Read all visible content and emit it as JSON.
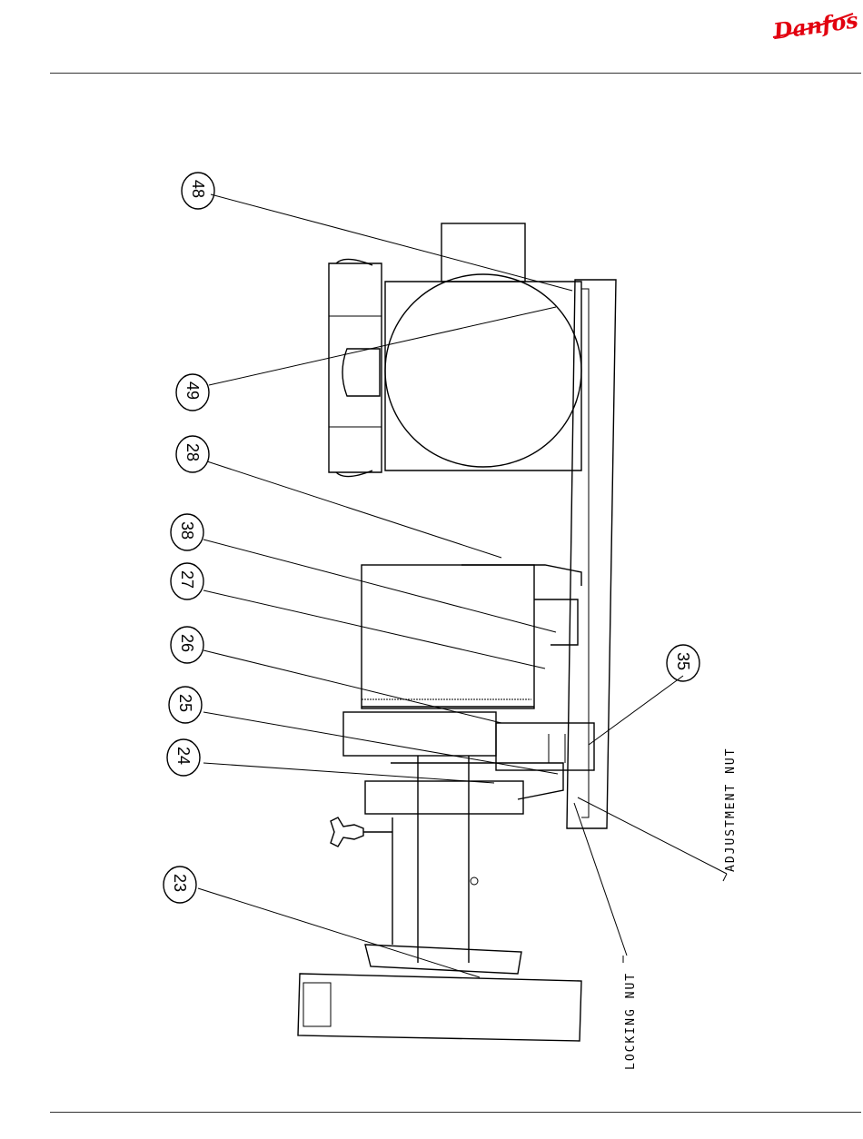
{
  "brand": {
    "name": "Danfoss",
    "color": "#e2000f"
  },
  "callouts": [
    {
      "num": "48"
    },
    {
      "num": "49"
    },
    {
      "num": "28"
    },
    {
      "num": "38"
    },
    {
      "num": "27"
    },
    {
      "num": "26"
    },
    {
      "num": "25"
    },
    {
      "num": "24"
    },
    {
      "num": "23"
    },
    {
      "num": "35"
    }
  ],
  "labels": {
    "adjustment_nut": "ADJUSTMENT NUT",
    "locking_nut": "LOCKING NUT"
  }
}
